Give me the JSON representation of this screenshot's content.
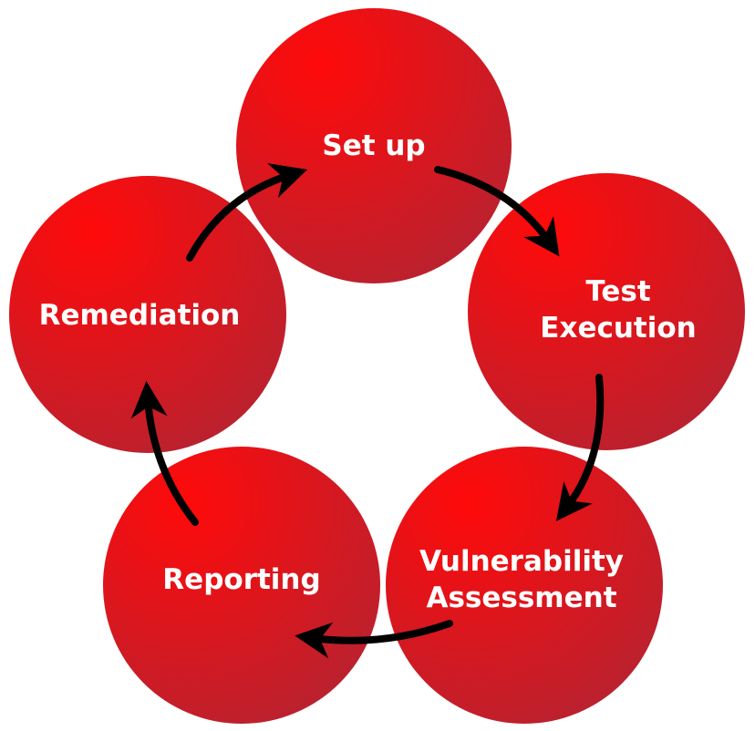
{
  "diagram": {
    "stages": [
      {
        "label": "Set up"
      },
      {
        "label": "Test\nExecution",
        "line1": "Test",
        "line2": "Execution"
      },
      {
        "label": "Vulnerability\nAssessment",
        "line1": "Vulnerability",
        "line2": "Assessment"
      },
      {
        "label": "Reporting"
      },
      {
        "label": "Remediation"
      }
    ],
    "colors": {
      "circle_light": "#ff0a0a",
      "circle_dark": "#b82230",
      "arrow": "#000000",
      "text": "#ffffff"
    }
  }
}
